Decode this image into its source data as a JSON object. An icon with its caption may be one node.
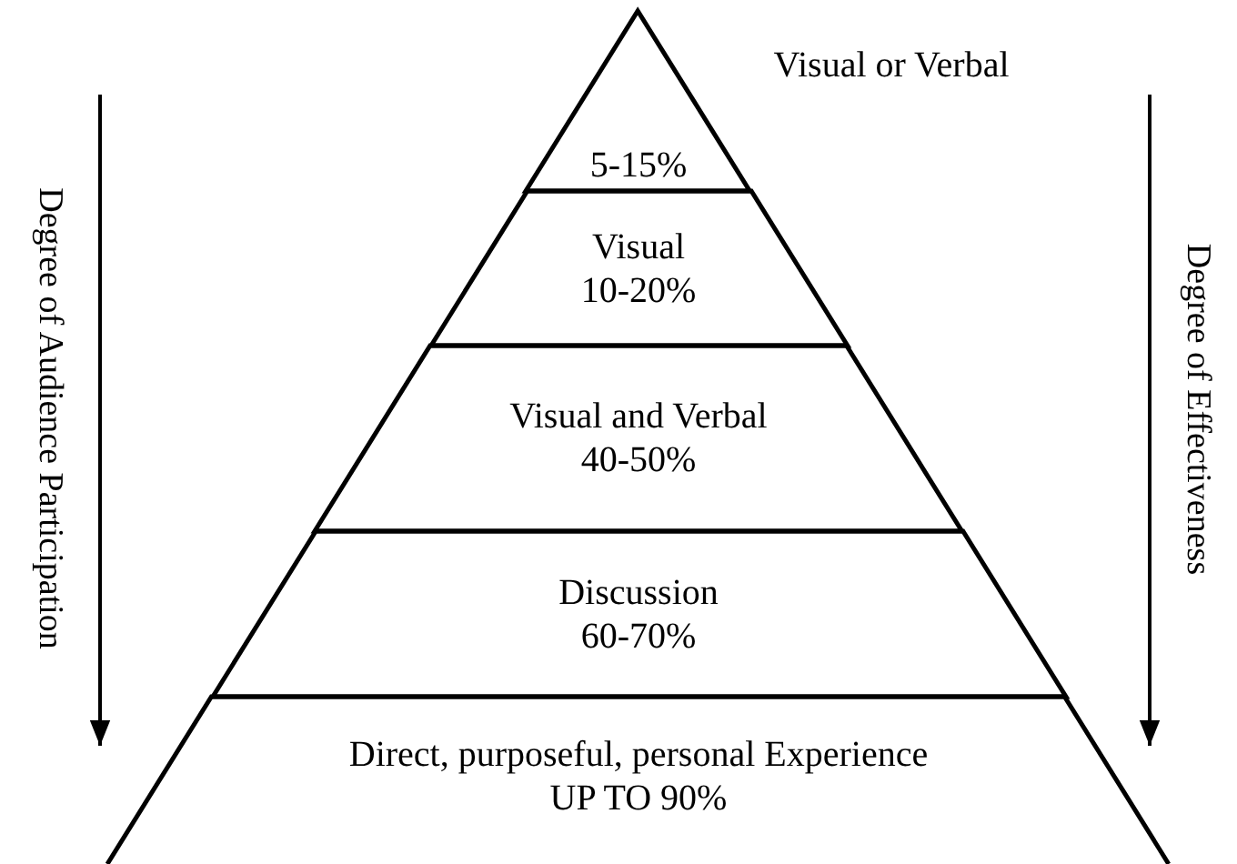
{
  "diagram": {
    "nodes": [
      {
        "text": [
          "5-15%"
        ],
        "beside": [
          "Visual or Verbal"
        ]
      },
      {
        "text": [
          "Visual",
          "10-20%"
        ]
      },
      {
        "text": [
          "Visual and Verbal",
          "40-50%"
        ]
      },
      {
        "text": [
          "Discussion",
          "60-70%"
        ]
      },
      {
        "text": [
          "Direct, purposeful, personal Experience",
          "UP TO 90%"
        ]
      }
    ],
    "labels": [
      "Degree of Audience Participation",
      "Degree of Effectiveness"
    ]
  }
}
